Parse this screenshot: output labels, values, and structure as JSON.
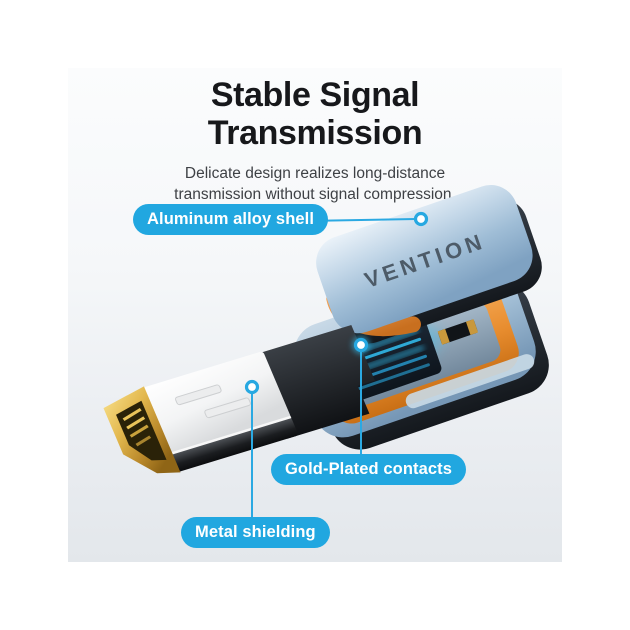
{
  "hero": {
    "title_line1": "Stable Signal",
    "title_line2": "Transmission",
    "subtitle_line1": "Delicate design realizes long-distance",
    "subtitle_line2": "transmission without signal compression."
  },
  "product": {
    "brand": "VENTION"
  },
  "callouts": [
    {
      "id": "aluminum-shell",
      "label": "Aluminum alloy shell"
    },
    {
      "id": "gold-contacts",
      "label": "Gold-Plated contacts"
    },
    {
      "id": "metal-shielding",
      "label": "Metal shielding"
    }
  ],
  "colors": {
    "accent_blue": "#21A7E0",
    "callout_line_blue": "#2BA9E2",
    "shell_blue": "#9FBDD6",
    "copper_orange": "#E88D2F",
    "gold": "#E3B84E",
    "glow_cyan": "#34CBFF",
    "title_text": "#17181B",
    "subtitle_text": "#3E4145"
  }
}
